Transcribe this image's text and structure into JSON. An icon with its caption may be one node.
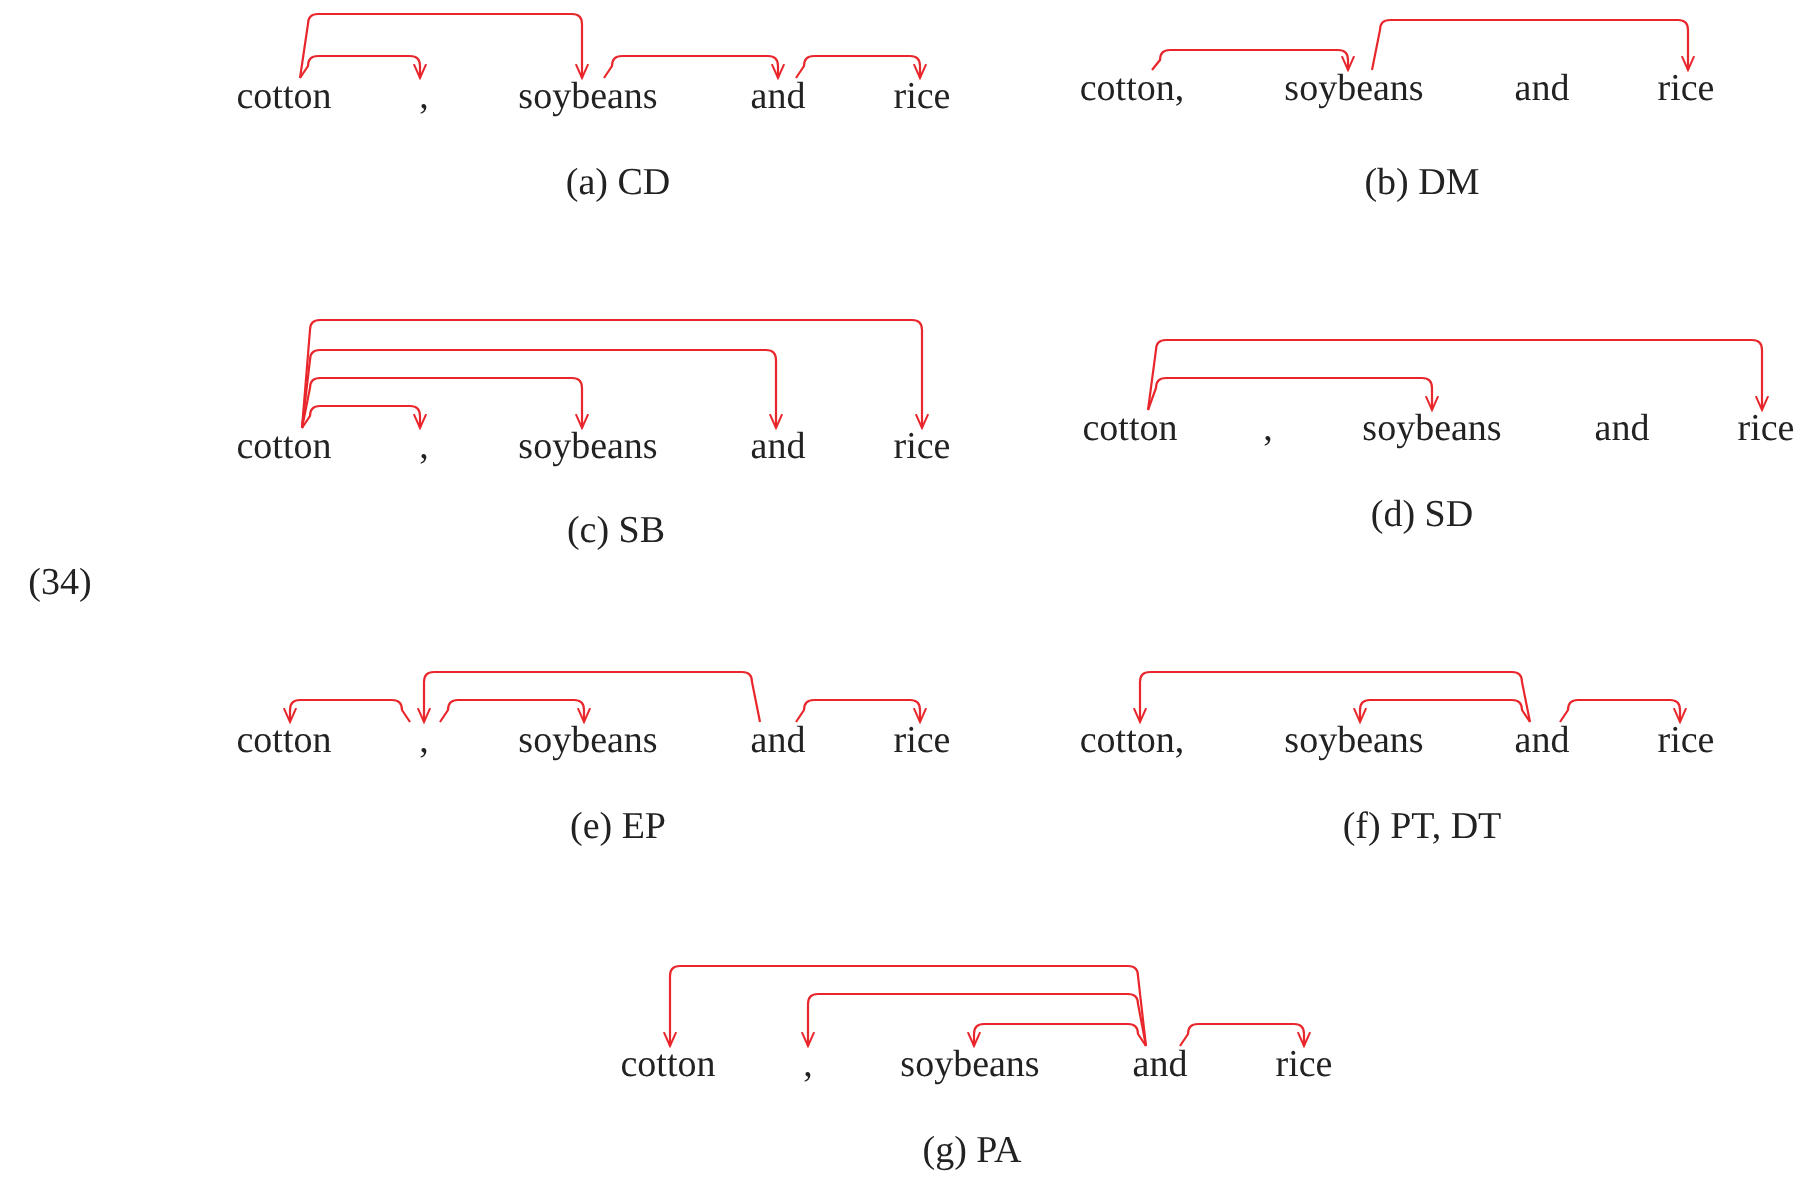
{
  "diagram": {
    "nodes": [
      {
        "text": [
          "cotton"
        ]
      },
      {
        "text": [
          ","
        ]
      },
      {
        "text": [
          "soybeans"
        ]
      },
      {
        "text": [
          "and"
        ]
      },
      {
        "text": [
          "rice"
        ]
      },
      {
        "text": [
          "cotton,"
        ]
      },
      {
        "text": [
          "soybeans"
        ]
      },
      {
        "text": [
          "and"
        ]
      },
      {
        "text": [
          "rice"
        ]
      },
      {
        "text": [
          "cotton"
        ]
      },
      {
        "text": [
          ","
        ]
      },
      {
        "text": [
          "soybeans"
        ]
      },
      {
        "text": [
          "and"
        ]
      },
      {
        "text": [
          "rice"
        ]
      },
      {
        "text": [
          "cotton"
        ]
      },
      {
        "text": [
          ","
        ]
      },
      {
        "text": [
          "soybeans"
        ]
      },
      {
        "text": [
          "and"
        ]
      },
      {
        "text": [
          "rice"
        ]
      },
      {
        "text": [
          "cotton"
        ]
      },
      {
        "text": [
          ","
        ]
      },
      {
        "text": [
          "soybeans"
        ]
      },
      {
        "text": [
          "and"
        ]
      },
      {
        "text": [
          "rice"
        ]
      },
      {
        "text": [
          "cotton,"
        ]
      },
      {
        "text": [
          "soybeans"
        ]
      },
      {
        "text": [
          "and"
        ]
      },
      {
        "text": [
          "rice"
        ]
      },
      {
        "text": [
          "cotton"
        ]
      },
      {
        "text": [
          ","
        ]
      },
      {
        "text": [
          "soybeans"
        ]
      },
      {
        "text": [
          "and"
        ]
      },
      {
        "text": [
          "rice"
        ]
      }
    ],
    "edges": [
      {
        "from": 0,
        "to": 1,
        "arrow": "to"
      },
      {
        "from": 0,
        "to": 2,
        "arrow": "to"
      },
      {
        "from": 2,
        "to": 3,
        "arrow": "to"
      },
      {
        "from": 3,
        "to": 4,
        "arrow": "to"
      },
      {
        "from": 5,
        "to": 6,
        "arrow": "to"
      },
      {
        "from": 6,
        "to": 8,
        "arrow": "to"
      },
      {
        "from": 9,
        "to": 10,
        "arrow": "to"
      },
      {
        "from": 9,
        "to": 11,
        "arrow": "to"
      },
      {
        "from": 9,
        "to": 12,
        "arrow": "to"
      },
      {
        "from": 9,
        "to": 13,
        "arrow": "to"
      },
      {
        "from": 14,
        "to": 16,
        "arrow": "to"
      },
      {
        "from": 14,
        "to": 18,
        "arrow": "to"
      },
      {
        "from": 20,
        "to": 19,
        "arrow": "to"
      },
      {
        "from": 22,
        "to": 20,
        "arrow": "to"
      },
      {
        "from": 20,
        "to": 21,
        "arrow": "to"
      },
      {
        "from": 22,
        "to": 23,
        "arrow": "to"
      },
      {
        "from": 26,
        "to": 24,
        "arrow": "to"
      },
      {
        "from": 26,
        "to": 25,
        "arrow": "to"
      },
      {
        "from": 26,
        "to": 27,
        "arrow": "to"
      },
      {
        "from": 31,
        "to": 28,
        "arrow": "to"
      },
      {
        "from": 31,
        "to": 29,
        "arrow": "to"
      },
      {
        "from": 31,
        "to": 30,
        "arrow": "to"
      },
      {
        "from": 31,
        "to": 32,
        "arrow": "to"
      }
    ],
    "labels": [
      "(a) CD",
      "(b) DM",
      "(c) SB",
      "(d) SD",
      "(34)",
      "(e) EP",
      "(f) PT, DT",
      "(g) PA"
    ]
  }
}
